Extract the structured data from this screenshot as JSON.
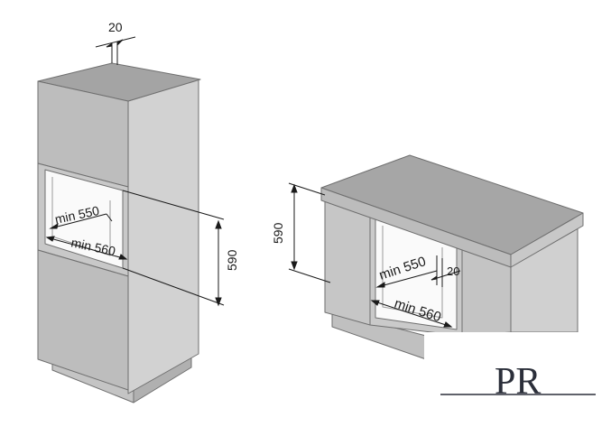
{
  "left_cabinet": {
    "depth_offset": "20",
    "niche_depth": "min 550",
    "niche_width": "min 560",
    "niche_height": "590"
  },
  "right_cabinet": {
    "niche_height": "590",
    "niche_depth": "min 550",
    "depth_offset": "20",
    "niche_width": "min 560"
  },
  "logo": {
    "text": "PR"
  }
}
